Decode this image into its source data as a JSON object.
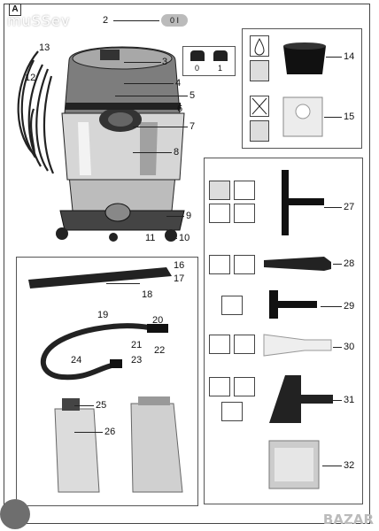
{
  "header": {
    "section_letter": "A"
  },
  "watermarks": {
    "top_left": "muSSev",
    "bottom_right": "BAZAR"
  },
  "switch": {
    "label": "0 I",
    "positions": [
      "0",
      "1"
    ]
  },
  "callouts_main": [
    "2",
    "3",
    "4",
    "5",
    "6",
    "7",
    "8",
    "9",
    "10",
    "11",
    "12",
    "13"
  ],
  "filters_box": {
    "bag_num": "14",
    "filter_num": "15"
  },
  "accessories_right": [
    "27",
    "28",
    "29",
    "30",
    "31",
    "32"
  ],
  "accessories_left": [
    "16",
    "17",
    "18",
    "19",
    "20",
    "21",
    "22",
    "23",
    "24",
    "25",
    "26"
  ]
}
